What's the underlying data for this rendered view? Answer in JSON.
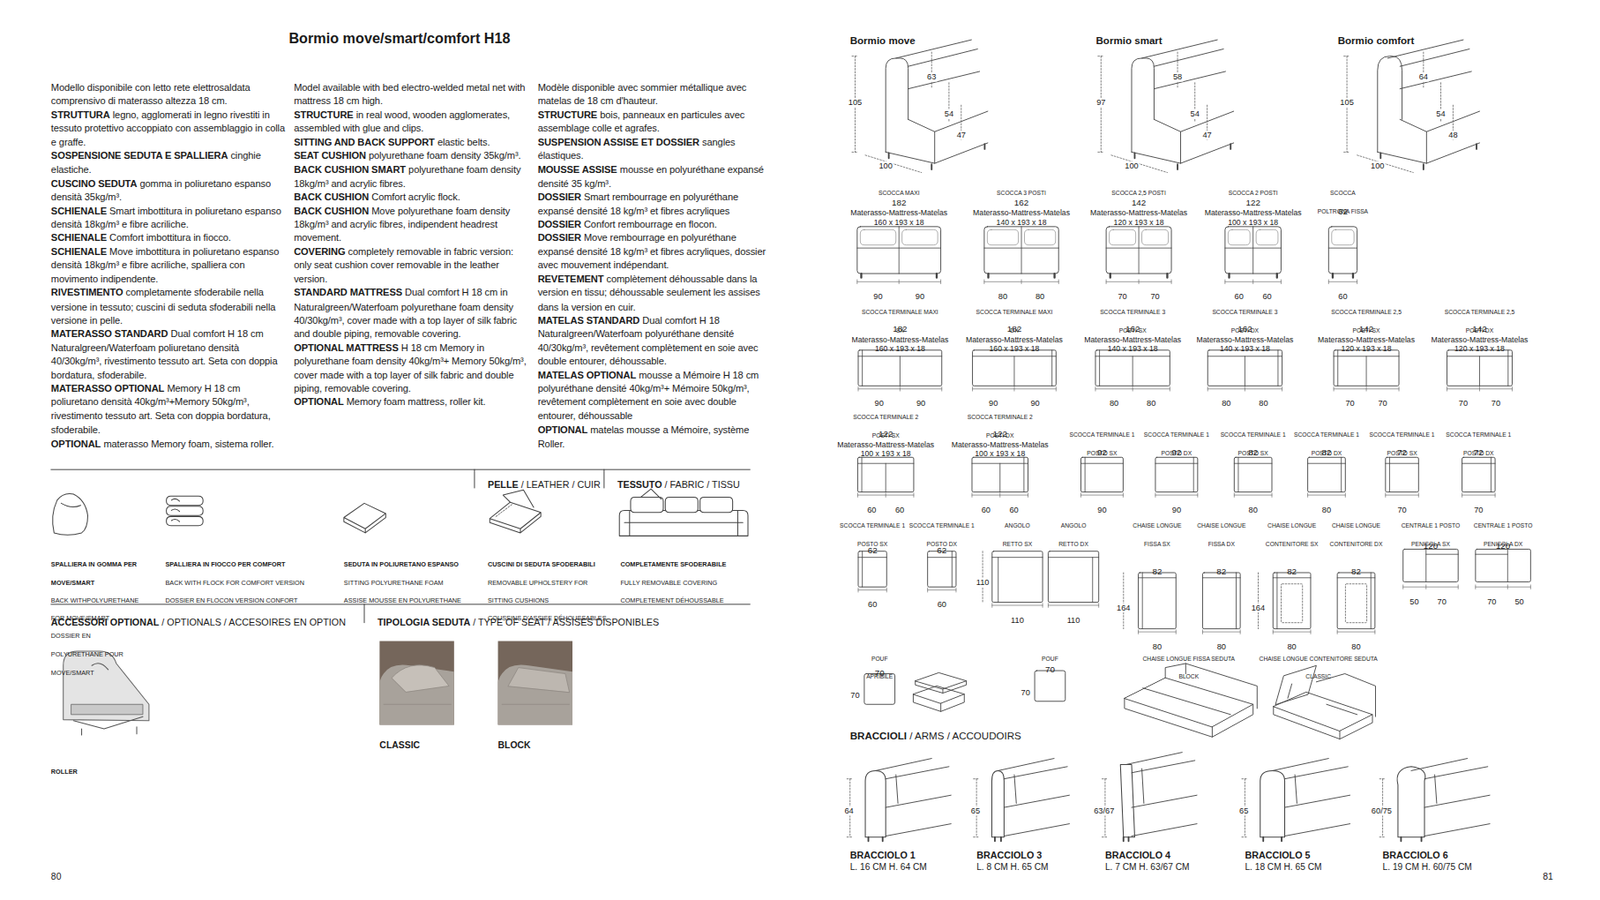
{
  "diagram": {
    "title": "Bormio move/smart/comfort H18",
    "labels": [
      "Modello disponibile con letto rete elettrosaldata comprensivo di materasso altezza 18 cm.",
      "STRUTTURA",
      "legno, agglomerati in legno rivestiti in tessuto protettivo accoppiato con assemblaggio in colla e graffe.",
      "SOSPENSIONE SEDUTA E SPALLIERA",
      "cinghie elastiche.",
      "CUSCINO SEDUTA",
      "gomma in poliuretano espanso densità 35kg/m³.",
      "SCHIENALE",
      "Smart imbottitura in poliuretano espanso densità 18kg/m³ e fibre acriliche.",
      "SCHIENALE",
      "Comfort imbottitura in fiocco.",
      "SCHIENALE",
      "Move imbottitura in poliuretano espanso densità 18kg/m³ e fibre acriliche, spalliera con movimento indipendente.",
      "RIVESTIMENTO",
      "completamente sfoderabile nella versione in tessuto; cuscini di seduta sfoderabili nella versione in pelle.",
      "MATERASSO STANDARD",
      "Dual comfort H 18 cm Naturalgreen/Waterfoam poliuretano densità 40/30kg/m³, rivestimento tessuto art. Seta con doppia bordatura, sfoderabile.",
      "MATERASSO OPTIONAL",
      "Memory H 18 cm poliuretano densità 40kg/m³+Memory 50kg/m³, rivestimento tessuto art. Seta con doppia bordatura, sfoderabile.",
      "OPTIONAL",
      "materasso Memory foam, sistema roller.",
      "Model available with bed electro-welded metal net with mattress 18 cm high.",
      "STRUCTURE",
      "in real wood, wooden agglomerates, assembled with glue and clips.",
      "SITTING AND BACK SUPPORT",
      "elastic belts.",
      "SEAT CUSHION",
      "polyurethane foam density 35kg/m³.",
      "BACK CUSHION SMART",
      "polyurethane foam density 18kg/m³ and acrylic fibres.",
      "BACK CUSHION",
      "Comfort acrylic flock.",
      "BACK CUSHION",
      "Move polyurethane foam density 18kg/m³ and acrylic fibres, indipendent headrest movement.",
      "COVERING",
      "completely removable in fabric version: only seat cushion cover removable in the leather version.",
      "STANDARD MATTRESS",
      "Dual comfort H 18 cm in Naturalgreen/Waterfoam polyurethane foam density 40/30kg/m³, cover made with a top layer of silk fabric and double piping, removable covering.",
      "OPTIONAL MATTRESS",
      "H 18 cm Memory in polyurethane foam density 40kg/m³+ Memory 50kg/m³, cover made with a top layer of silk fabric and double piping, removable covering.",
      "OPTIONAL",
      "Memory foam mattress, roller kit.",
      "Modèle disponible avec sommier métallique avec matelas de 18 cm d'hauteur.",
      "STRUCTURE",
      "bois, panneaux en particules avec assemblage colle et agrafes.",
      "SUSPENSION ASSISE ET DOSSIER",
      "sangles élastiques.",
      "MOUSSE ASSISE",
      "mousse en polyuréthane expansé densité 35 kg/m³.",
      "DOSSIER",
      "Smart rembourrage en polyuréthane expansé densité 18 kg/m³ et fibres acryliques",
      "DOSSIER",
      "Confort rembourrage en flocon.",
      "DOSSIER",
      "Move rembourrage en polyuréthane expansé densité 18 kg/m³ et fibres acryliques, dossier avec mouvement indépendant.",
      "REVETEMENT",
      "complètement déhoussable dans la version en tissu; déhoussable seulement les assises dans la version en cuir.",
      "MATELAS STANDARD",
      "Dual comfort H 18 Naturalgreen/Waterfoam polyuréthane densité 40/30kg/m³, revêtement complètement en soie avec double entourer, déhoussable.",
      "MATELAS OPTIONAL",
      "mousse a Mémoire H 18 cm polyuréthane densité 40kg/m³+ Mémoire 50kg/m³, revêtement complètement en soie avec double entourer, déhoussable",
      "OPTIONAL",
      "matelas mousse a Mémoire, système Roller.",
      "PELLE",
      "/ LEATHER / CUIR",
      "TESSUTO",
      "/ FABRIC / TISSU",
      "SPALLIERA IN GOMMA PER MOVE/SMART",
      "BACK WITHPOLYURETHANE FOR MOVE/SMART",
      "DOSSIER EN POLYURETHANE POUR MOVE/SMART",
      "SPALLIERA IN FIOCCO PER COMFORT",
      "BACK WITH FLOCK FOR COMFORT VERSION",
      "DOSSIER EN FLOCON VERSION CONFORT",
      "SEDUTA IN POLIURETANO ESPANSO",
      "SITTING POLYURETHANE FOAM",
      "ASSISE MOUSSE EN POLYURETHANE",
      "CUSCINI DI SEDUTA SFODERABILI",
      "REMOVABLE UPHOLSTERY FOR SITTING CUSHIONS",
      "COUSSINS D'ASSISE DÉHOUSSABLES",
      "COMPLETAMENTE SFODERABILE",
      "FULLY REMOVABLE COVERING",
      "COMPLETEMENT DÉHOUSSABLE",
      "ACCESSORI OPTIONAL",
      "/ OPTIONALS / ACCESOIRES EN OPTION",
      "TIPOLOGIA SEDUTA",
      "/ TYPE OF SEAT / ASSISES DISPONIBLES",
      "ROLLER",
      "CLASSIC",
      "BLOCK",
      "80",
      "81",
      "Bormio move",
      "Bormio smart",
      "Bormio comfort",
      "105",
      "63",
      "54",
      "47",
      "100",
      "97",
      "58",
      "54",
      "47",
      "100",
      "105",
      "64",
      "54",
      "48",
      "100",
      "SCOCCA MAXI",
      "182",
      "Materasso-Mattress-Matelas",
      "160 x 193 x 18",
      "90",
      "90",
      "SCOCCA 3 POSTI",
      "162",
      "Materasso-Mattress-Matelas",
      "140 x 193 x 18",
      "80",
      "80",
      "SCOCCA 2,5 POSTI",
      "142",
      "Materasso-Mattress-Matelas",
      "120 x 193 x 18",
      "70",
      "70",
      "SCOCCA 2 POSTI",
      "122",
      "Materasso-Mattress-Matelas",
      "100 x 193 x 18",
      "60",
      "60",
      "SCOCCA POLTRONA FISSA",
      "62",
      "60",
      "SCOCCA TERMINALE MAXI SX",
      "182",
      "Materasso-Mattress-Matelas",
      "160 x 193 x 18",
      "90",
      "90",
      "SCOCCA TERMINALE MAXI DX",
      "182",
      "Materasso-Mattress-Matelas",
      "160 x 193 x 18",
      "90",
      "90",
      "SCOCCA TERMINALE 3 POSTI SX",
      "162",
      "Materasso-Mattress-Matelas",
      "140 x 193 x 18",
      "80",
      "80",
      "SCOCCA TERMINALE 3 POSTI DX",
      "162",
      "Materasso-Mattress-Matelas",
      "140 x 193 x 18",
      "80",
      "80",
      "SCOCCA TERMINALE 2,5 POSTI SX",
      "142",
      "Materasso-Mattress-Matelas",
      "120 x 193 x 18",
      "70",
      "70",
      "SCOCCA TERMINALE 2,5 POSTI DX",
      "142",
      "Materasso-Mattress-Matelas",
      "120 x 193 x 18",
      "70",
      "70",
      "SCOCCA TERMINALE 2 POSTI SX",
      "122",
      "Materasso-Mattress-Matelas",
      "100 x 193 x 18",
      "60",
      "60",
      "SCOCCA TERMINALE 2 POSTI DX",
      "122",
      "Materasso-Mattress-Matelas",
      "100 x 193 x 18",
      "60",
      "60",
      "SCOCCA TERMINALE 1 POSTO SX",
      "92",
      "90",
      "SCOCCA TERMINALE 1 POSTO DX",
      "92",
      "90",
      "SCOCCA TERMINALE 1 POSTO SX",
      "82",
      "80",
      "SCOCCA TERMINALE 1 POSTO DX",
      "82",
      "80",
      "SCOCCA TERMINALE 1 POSTO SX",
      "72",
      "70",
      "SCOCCA TERMINALE 1 POSTO DX",
      "72",
      "70",
      "SCOCCA TERMINALE 1 POSTO SX",
      "62",
      "60",
      "SCOCCA TERMINALE 1 POSTO DX",
      "62",
      "60",
      "ANGOLO RETTO SX",
      "110",
      "110",
      "ANGOLO RETTO DX",
      "110",
      "CHAISE LONGUE FISSA SX",
      "82",
      "164",
      "80",
      "CHAISE LONGUE FISSA DX",
      "82",
      "80",
      "CHAISE LONGUE CONTENITORE SX",
      "82",
      "164",
      "80",
      "CHAISE LONGUE CONTENITORE DX",
      "82",
      "80",
      "CENTRALE 1 POSTO PENISOLA SX",
      "120",
      "50",
      "70",
      "CENTRALE 1 POSTO PENISOLA DX",
      "120",
      "70",
      "50",
      "POUF APRIBILE",
      "70",
      "70",
      "POUF",
      "70",
      "70",
      "CHAISE LONGUE FISSA SEDUTA BLOCK",
      "CHAISE LONGUE CONTENITORE SEDUTA CLASSIC",
      "BRACCIOLI",
      "/ ARMS / ACCOUDOIRS",
      "64",
      "BRACCIOLO 1",
      "L. 16 CM H. 64 CM",
      "65",
      "BRACCIOLO 3",
      "L. 8 CM H. 65 CM",
      "63/67",
      "BRACCIOLO 4",
      "L. 7 CM H. 63/67 CM",
      "65",
      "BRACCIOLO 5",
      "L. 18 CM H. 65 CM",
      "60/75",
      "BRACCIOLO 6",
      "L. 19 CM H. 60/75 CM"
    ]
  }
}
